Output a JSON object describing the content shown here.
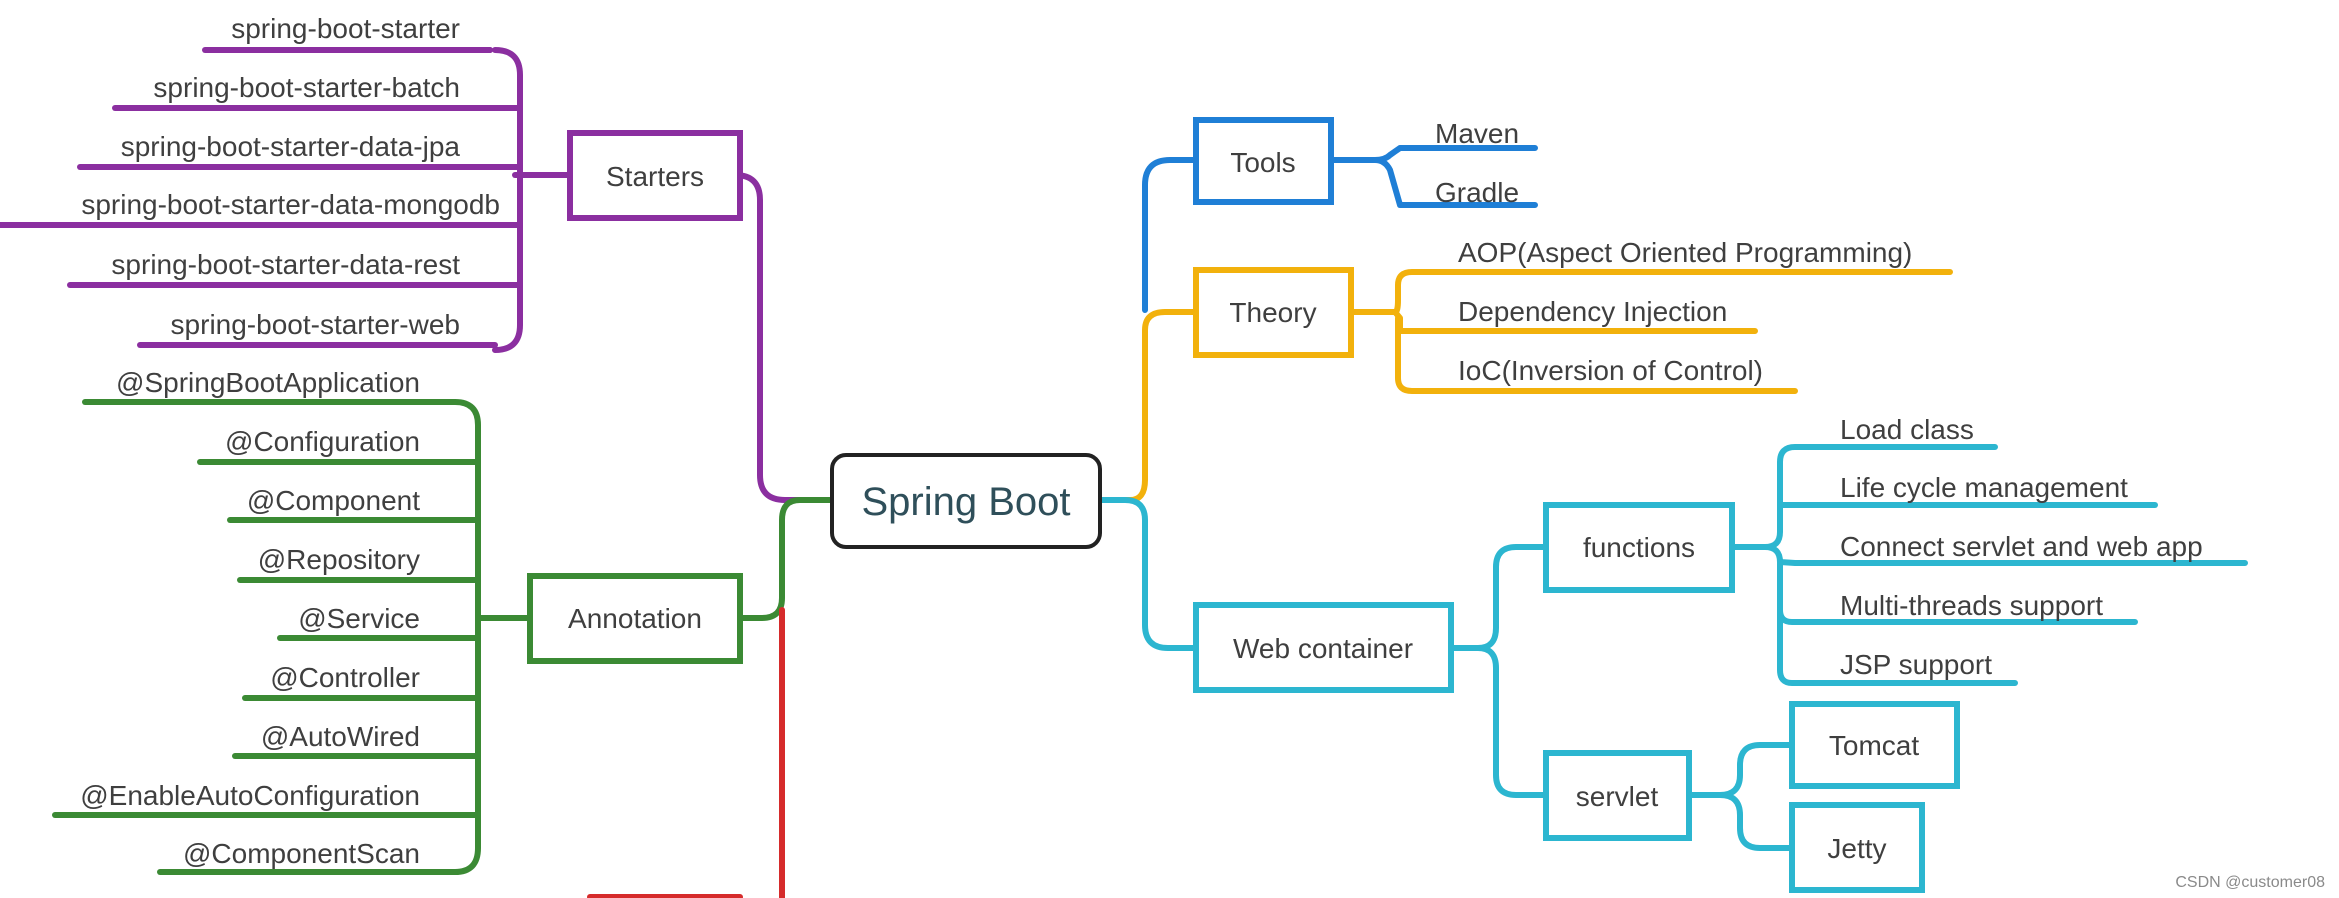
{
  "root": {
    "label": "Spring Boot"
  },
  "colors": {
    "starters": "#8b2fa0",
    "annotation": "#3b8a34",
    "tools": "#1f7fd6",
    "theory": "#f2b10c",
    "web": "#2cb6d0",
    "hidden": "#d62b2b",
    "root_border": "#222222"
  },
  "branches": {
    "starters": {
      "label": "Starters",
      "items": [
        "spring-boot-starter",
        "spring-boot-starter-batch",
        "spring-boot-starter-data-jpa",
        "spring-boot-starter-data-mongodb",
        "spring-boot-starter-data-rest",
        "spring-boot-starter-web"
      ]
    },
    "annotation": {
      "label": "Annotation",
      "items": [
        "@SpringBootApplication",
        "@Configuration",
        "@Component",
        "@Repository",
        "@Service",
        "@Controller",
        "@AutoWired",
        "@EnableAutoConfiguration",
        "@ComponentScan"
      ]
    },
    "tools": {
      "label": "Tools",
      "items": [
        "Maven",
        "Gradle"
      ]
    },
    "theory": {
      "label": "Theory",
      "items": [
        "AOP(Aspect Oriented Programming)",
        "Dependency Injection",
        "IoC(Inversion of Control)"
      ]
    },
    "web": {
      "label": "Web container",
      "functions": {
        "label": "functions",
        "items": [
          "Load class",
          "Life cycle management",
          "Connect servlet and web app",
          "Multi-threads support",
          "JSP support"
        ]
      },
      "servlet": {
        "label": "servlet",
        "items": [
          "Tomcat",
          "Jetty"
        ]
      }
    }
  },
  "watermark": "CSDN @customer08"
}
